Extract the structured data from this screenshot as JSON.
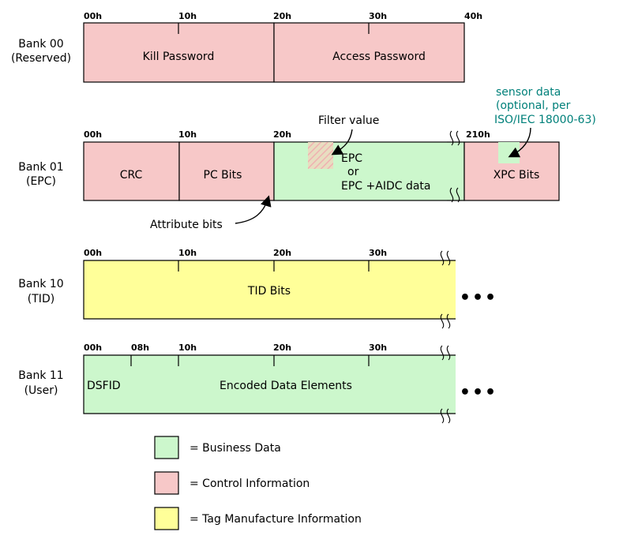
{
  "banks": [
    {
      "name": "Bank 00",
      "sub": "(Reserved)"
    },
    {
      "name": "Bank 01",
      "sub": "(EPC)"
    },
    {
      "name": "Bank 10",
      "sub": "(TID)"
    },
    {
      "name": "Bank 11",
      "sub": "(User)"
    }
  ],
  "bank00": {
    "ticks": [
      "00h",
      "10h",
      "20h",
      "30h",
      "40h"
    ],
    "fields": [
      "Kill Password",
      "Access Password"
    ]
  },
  "bank01": {
    "ticks": [
      "00h",
      "10h",
      "20h",
      "210h"
    ],
    "fields": [
      "CRC",
      "PC Bits",
      "EPC",
      "or",
      "EPC +AIDC data",
      "XPC Bits"
    ],
    "annotations": {
      "filter": "Filter value",
      "attribute": "Attribute bits",
      "sensor": [
        "sensor data",
        "(optional, per",
        "ISO/IEC 18000-63)"
      ]
    }
  },
  "bank10": {
    "ticks": [
      "00h",
      "10h",
      "20h",
      "30h"
    ],
    "fields": [
      "TID Bits"
    ]
  },
  "bank11": {
    "ticks": [
      "00h",
      "08h",
      "10h",
      "20h",
      "30h"
    ],
    "fields": [
      "DSFID",
      "Encoded Data Elements"
    ]
  },
  "ellipsis": "•••",
  "legend": [
    {
      "label": "= Business Data",
      "color": "#ccf7cc"
    },
    {
      "label": "= Control Information",
      "color": "#f7c8c8"
    },
    {
      "label": "= Tag Manufacture Information",
      "color": "#ffff99"
    }
  ],
  "colors": {
    "business": "#ccf7cc",
    "control": "#f7c8c8",
    "tag": "#ffff99",
    "teal": "#00807a"
  }
}
